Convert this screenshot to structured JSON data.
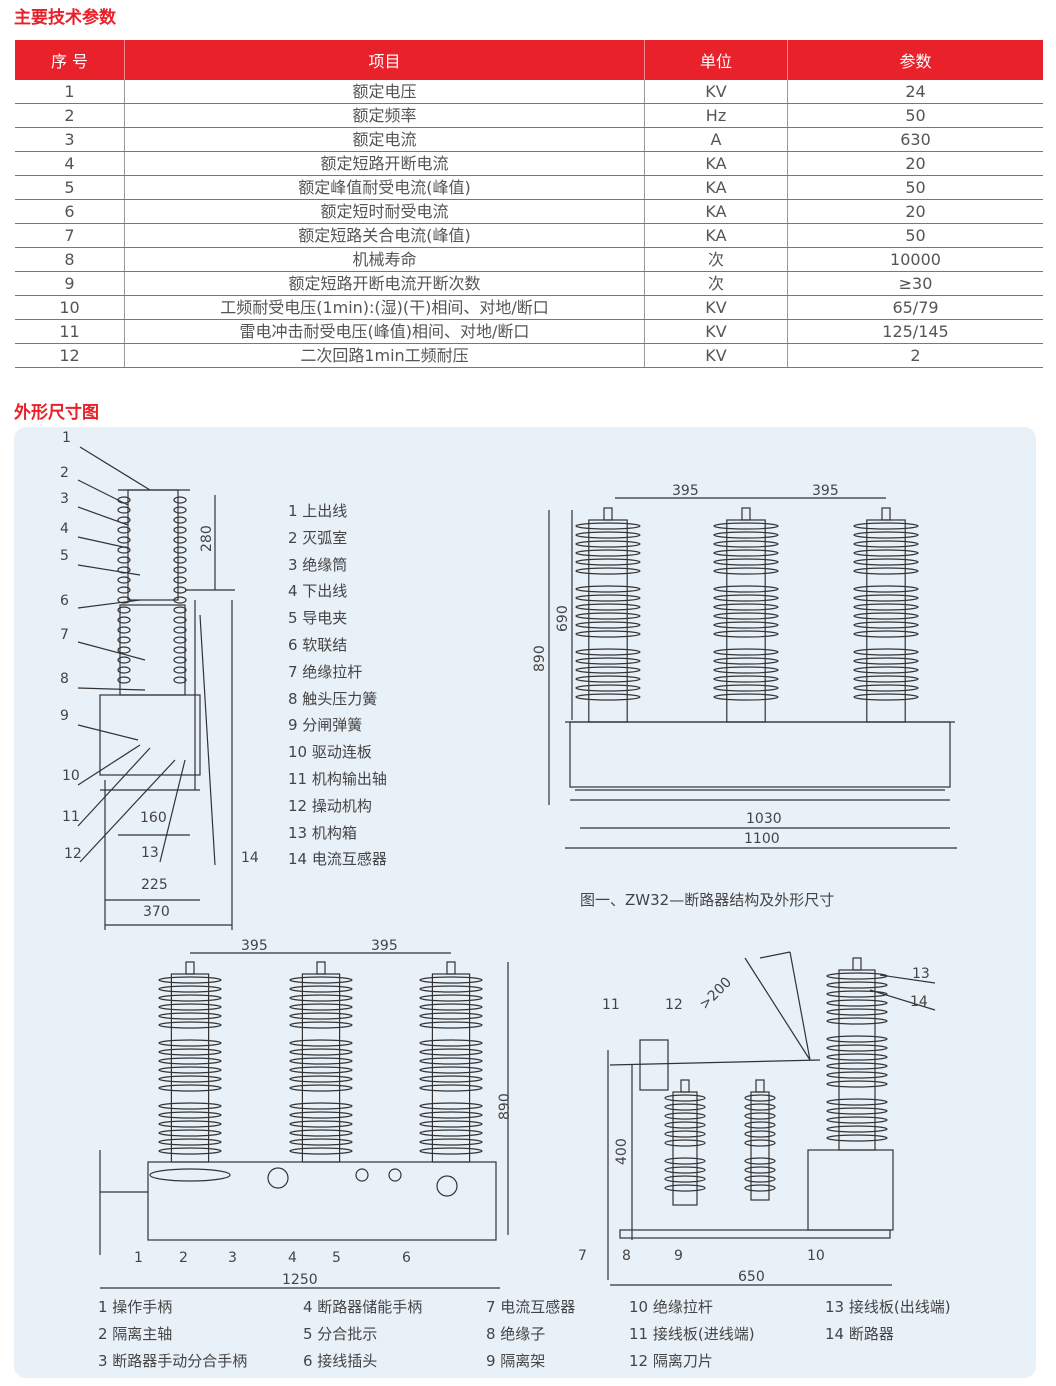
{
  "sections": {
    "params_title": "主要技术参数",
    "dims_title": "外形尺寸图"
  },
  "table": {
    "headers": [
      "序  号",
      "项目",
      "单位",
      "参数"
    ],
    "rows": [
      [
        "1",
        "额定电压",
        "KV",
        "24"
      ],
      [
        "2",
        "额定频率",
        "Hz",
        "50"
      ],
      [
        "3",
        "额定电流",
        "A",
        "630"
      ],
      [
        "4",
        "额定短路开断电流",
        "KA",
        "20"
      ],
      [
        "5",
        "额定峰值耐受电流(峰值)",
        "KA",
        "50"
      ],
      [
        "6",
        "额定短时耐受电流",
        "KA",
        "20"
      ],
      [
        "7",
        "额定短路关合电流(峰值)",
        "KA",
        "50"
      ],
      [
        "8",
        "机械寿命",
        "次",
        "10000"
      ],
      [
        "9",
        "额定短路开断电流开断次数",
        "次",
        "≥30"
      ],
      [
        "10",
        "工频耐受电压(1min):(湿)(干)相间、对地/断口",
        "KV",
        "65/79"
      ],
      [
        "11",
        "雷电冲击耐受电压(峰值)相间、对地/断口",
        "KV",
        "125/145"
      ],
      [
        "12",
        "二次回路1min工频耐压",
        "KV",
        "2"
      ]
    ]
  },
  "fig1": {
    "callouts": [
      "1",
      "2",
      "3",
      "4",
      "5",
      "6",
      "7",
      "8",
      "9",
      "10",
      "11",
      "12",
      "13",
      "14"
    ],
    "dims": {
      "h280": "280",
      "w160": "160",
      "w225": "225",
      "w370": "370"
    },
    "legend": [
      "1 上出线",
      "2 灭弧室",
      "3 绝缘筒",
      "4 下出线",
      "5 导电夹",
      "6 软联结",
      "7 绝缘拉杆",
      "8 触头压力簧",
      "9 分闸弹簧",
      "10 驱动连板",
      "11 机构输出轴",
      "12 操动机构",
      "13 机构箱",
      "14 电流互感器"
    ]
  },
  "fig2": {
    "dims": {
      "p1": "395",
      "p2": "395",
      "h690": "690",
      "h890": "890",
      "w1030": "1030",
      "w1100": "1100"
    },
    "caption": "图一、ZW32—断路器结构及外形尺寸"
  },
  "fig3": {
    "dims": {
      "p1": "395",
      "p2": "395",
      "h890": "890",
      "w1250": "1250"
    },
    "callouts": [
      "1",
      "2",
      "3",
      "4",
      "5",
      "6"
    ]
  },
  "fig4": {
    "dims": {
      "a200": ">200",
      "h400": "400",
      "w650": "650"
    },
    "callouts": {
      "c13": "13",
      "c14": "14",
      "c11": "11",
      "c12": "12",
      "c7": "7",
      "c8": "8",
      "c9": "9",
      "c10": "10"
    }
  },
  "legend_bottom": [
    [
      "1 操作手柄",
      "2 隔离主轴",
      "3 断路器手动分合手柄"
    ],
    [
      "4 断路器储能手柄",
      "5 分合批示",
      "6 接线插头"
    ],
    [
      "7 电流互感器",
      "8 绝缘子",
      "9 隔离架"
    ],
    [
      "10 绝缘拉杆",
      "11 接线板(进线端)",
      "12 隔离刀片"
    ],
    [
      "13 接线板(出线端)",
      "14 断路器"
    ]
  ]
}
